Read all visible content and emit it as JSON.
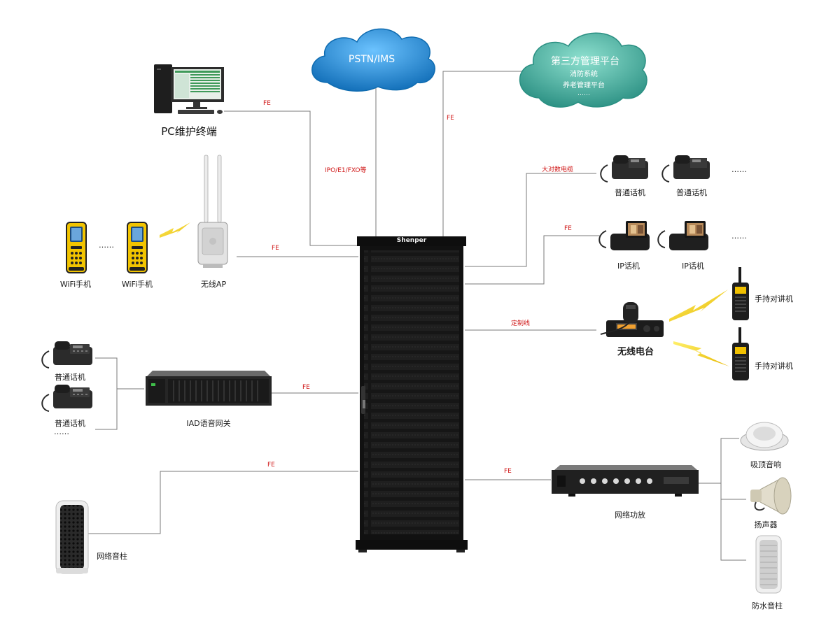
{
  "clouds": {
    "pstn": {
      "title": "PSTN/IMS"
    },
    "third_party": {
      "title": "第三方管理平台",
      "lines": [
        "消防系统",
        "养老管理平台",
        "……"
      ]
    }
  },
  "server": {
    "brand": "Shenper"
  },
  "devices": {
    "pc_terminal": "PC维护终端",
    "wifi_phone_1": "WiFi手机",
    "wifi_phone_2": "WiFi手机",
    "wifi_dots": "……",
    "wireless_ap": "无线AP",
    "analog_phone_left_1": "普通话机",
    "analog_phone_left_2": "普通话机",
    "left_phone_dots": "……",
    "iad_gateway": "IAD语音网关",
    "network_column": "网络音柱",
    "analog_phone_right_1": "普通话机",
    "analog_phone_right_2": "普通话机",
    "right_phone_dots": "……",
    "ip_phone_1": "IP话机",
    "ip_phone_2": "IP话机",
    "ip_phone_dots": "……",
    "walkie_talkie_1": "手持对讲机",
    "walkie_talkie_2": "手持对讲机",
    "radio_station": "无线电台",
    "network_amplifier": "网络功放",
    "ceiling_speaker": "吸顶音响",
    "horn_speaker": "扬声器",
    "waterproof_column": "防水音柱"
  },
  "connections": {
    "pc_fe": "FE",
    "pstn_link": "IPO/E1/FXO等",
    "third_party_fe": "FE",
    "ap_fe": "FE",
    "trunk_cable": "大对数电缆",
    "ip_fe": "FE",
    "radio_link": "定制线",
    "iad_fe": "FE",
    "column_fe": "FE",
    "amp_fe": "FE"
  },
  "colors": {
    "line": "#7a7a7a",
    "conn_label": "#d01818",
    "cloud": "#2f9be2",
    "cloud_dark": "#0e6bb0",
    "teal_cloud": "#58c3b3",
    "teal_cloud_dark": "#2a8f82",
    "rack": "#151515",
    "phone_yellow": "#f2c400",
    "bolt": "#f0d000"
  }
}
